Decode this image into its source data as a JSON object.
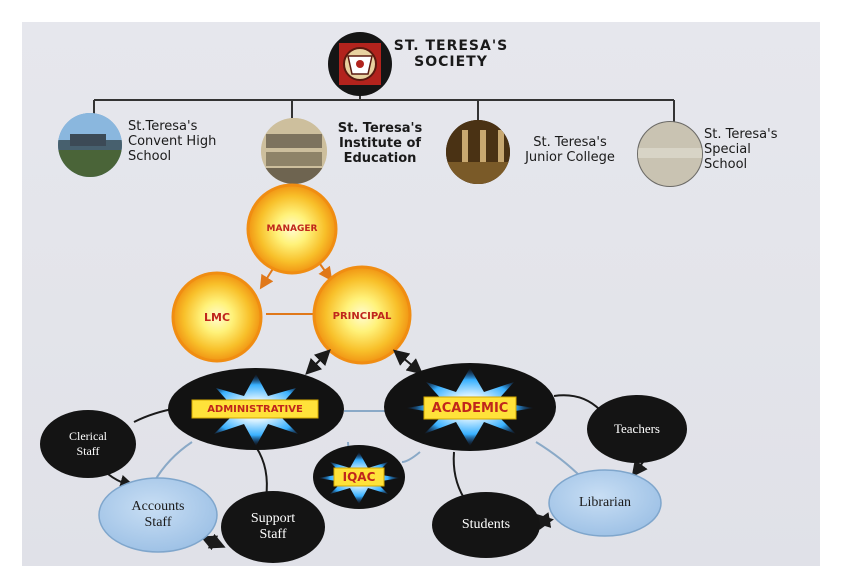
{
  "society": {
    "name_line1": "ST. TERESA'S",
    "name_line2": "SOCIETY"
  },
  "institutions": [
    {
      "line1": "St.Teresa's",
      "line2": "Convent High",
      "line3": "School"
    },
    {
      "line1": "St. Teresa's",
      "line2": "Institute of",
      "line3": "Education"
    },
    {
      "line1": "St. Teresa's",
      "line2": "Junior College"
    },
    {
      "line1": "St. Teresa's",
      "line2": "Special",
      "line3": "School"
    }
  ],
  "roles": {
    "manager": "MANAGER",
    "lmc": "LMC",
    "principal": "PRINCIPAL",
    "administrative": "ADMINISTRATIVE",
    "academic": "ACADEMIC",
    "iqac": "IQAC"
  },
  "staff": {
    "clerical_line1": "Clerical",
    "clerical_line2": "Staff",
    "accounts_line1": "Accounts",
    "accounts_line2": "Staff",
    "support_line1": "Support",
    "support_line2": "Staff",
    "students": "Students",
    "librarian": "Librarian",
    "teachers": "Teachers"
  },
  "colors": {
    "sun_outer": "#f4a21a",
    "sun_inner": "#fff27a",
    "role_text": "#c0261c",
    "dark_node": "#141414",
    "light_node": "#a9c9ea",
    "burst_blue": "#2aa8ff",
    "label_yellow": "#ffe23a"
  }
}
